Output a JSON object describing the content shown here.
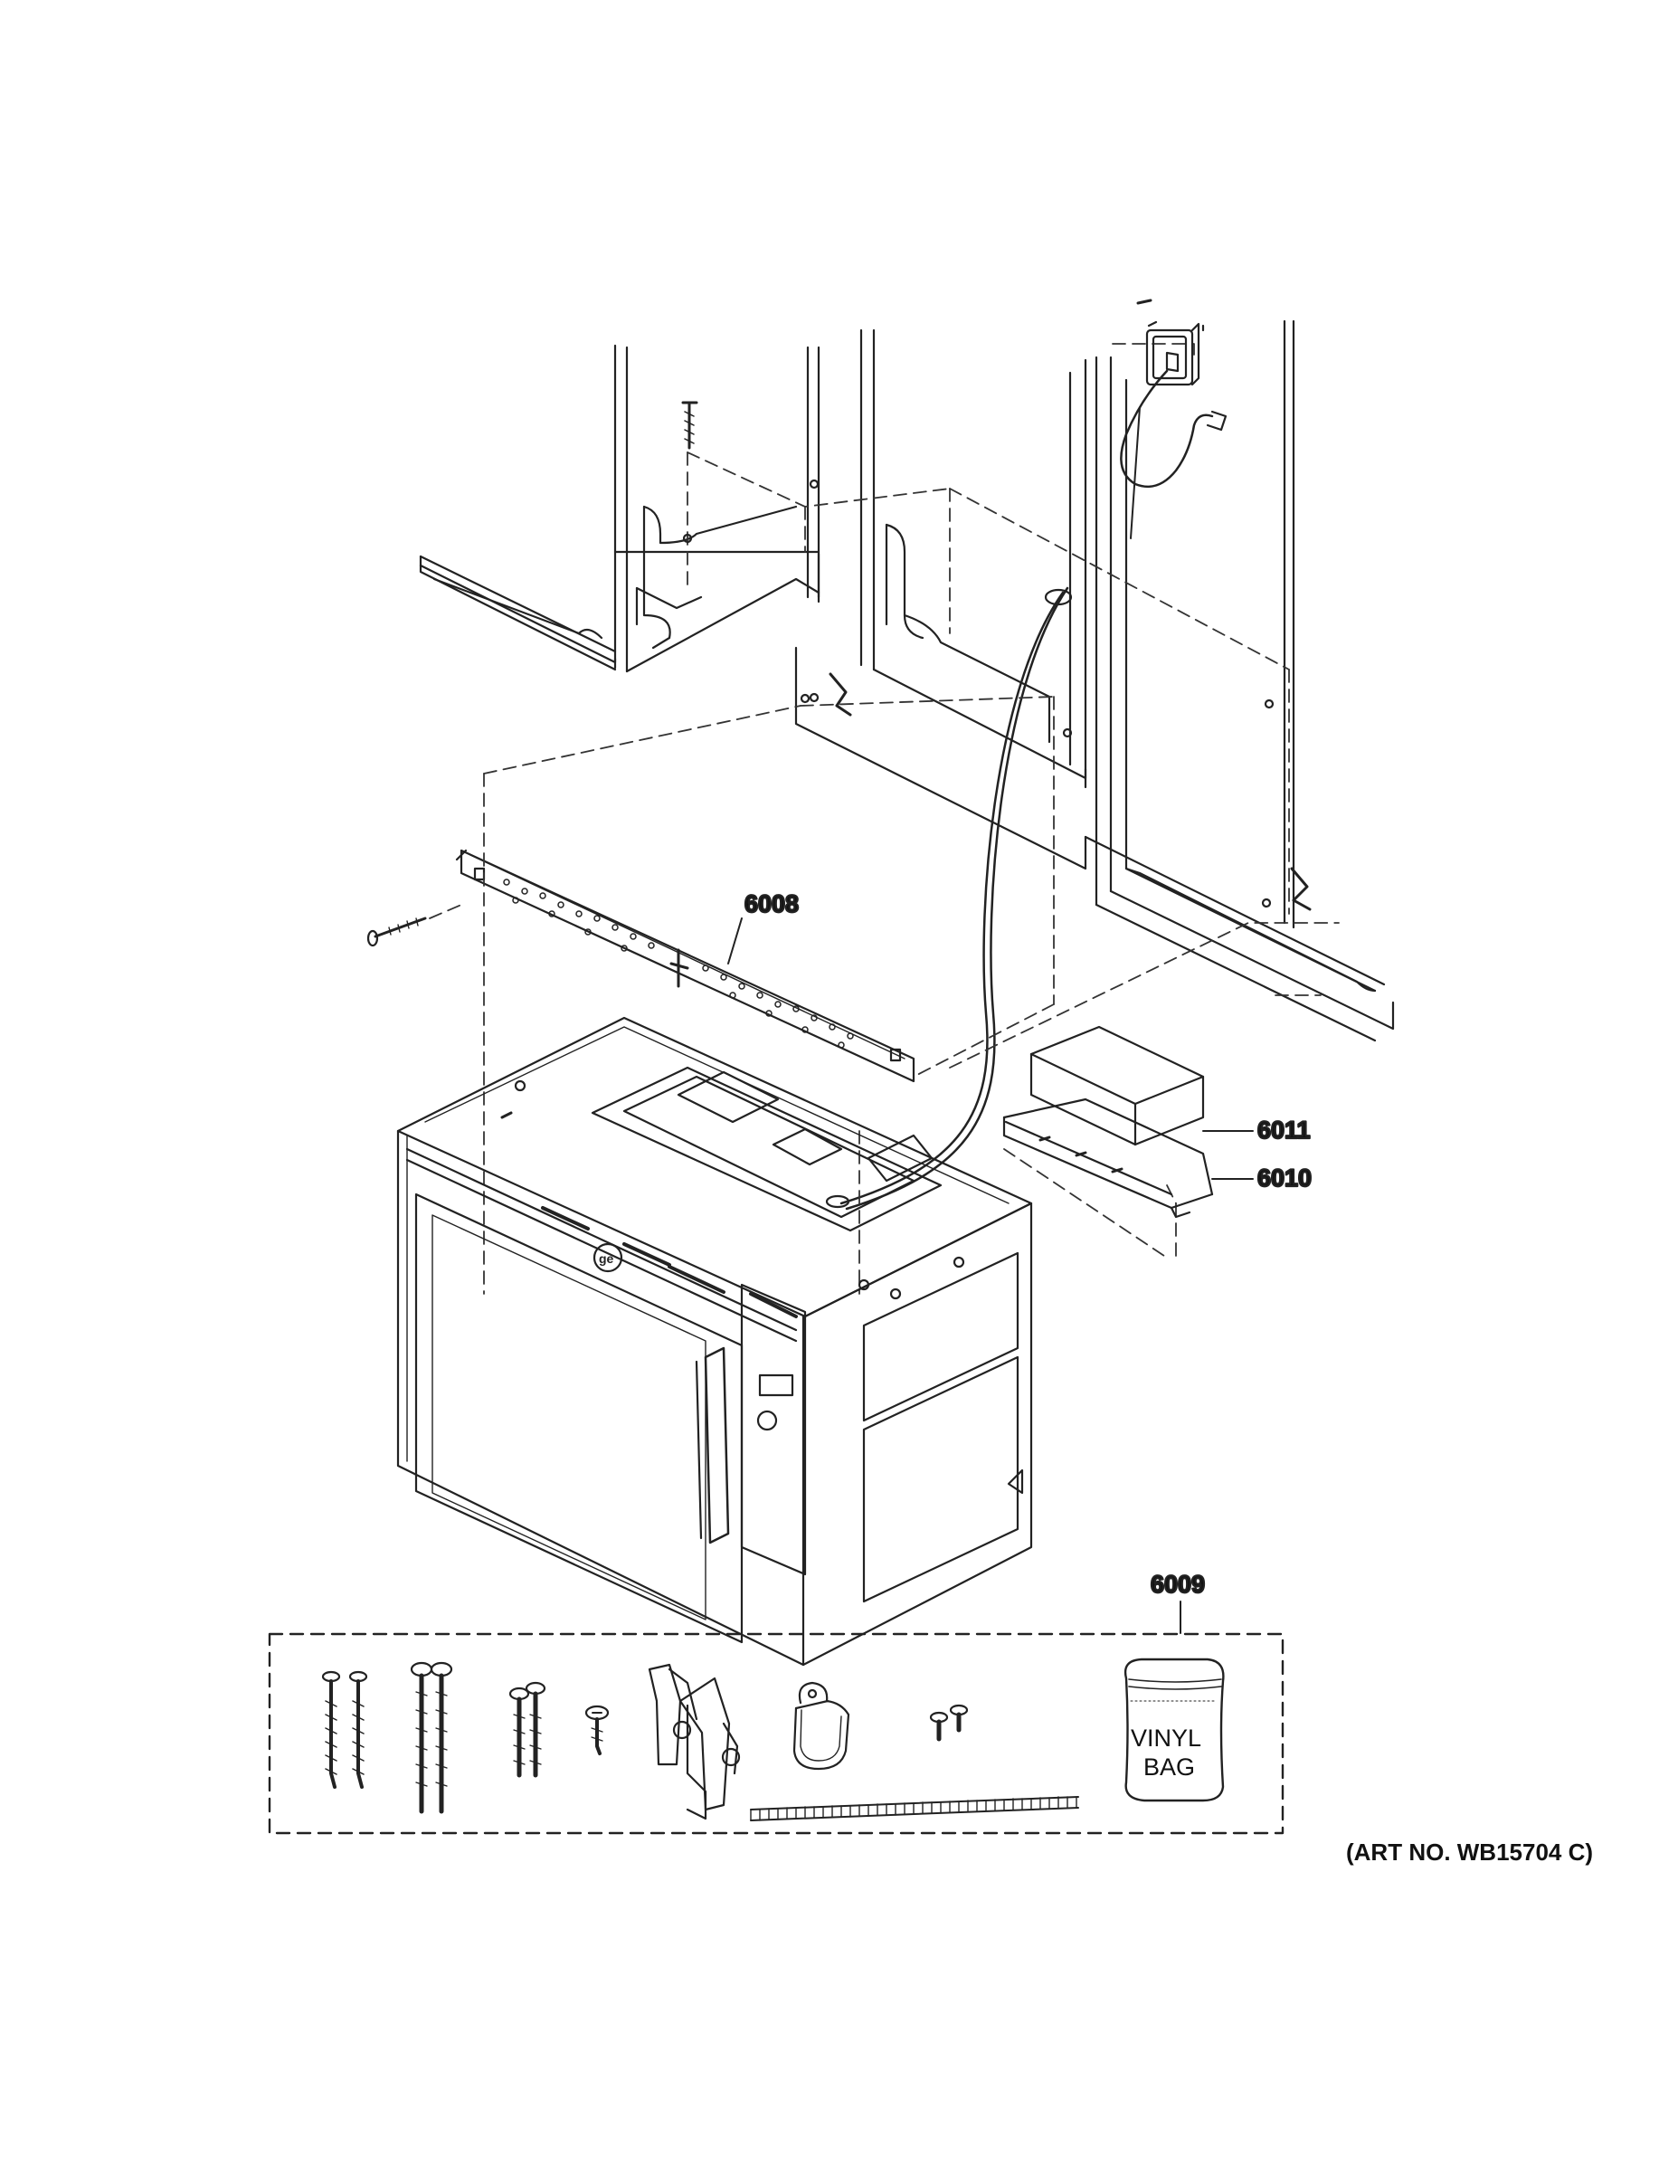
{
  "diagram": {
    "callouts": [
      {
        "id": "6008",
        "label": "6008"
      },
      {
        "id": "6011",
        "label": "6011"
      },
      {
        "id": "6010",
        "label": "6010"
      },
      {
        "id": "6009",
        "label": "6009"
      }
    ],
    "vinyl_bag": {
      "line1": "VINYL",
      "line2": "BAG"
    },
    "art_number": "(ART NO. WB15704 C)"
  }
}
